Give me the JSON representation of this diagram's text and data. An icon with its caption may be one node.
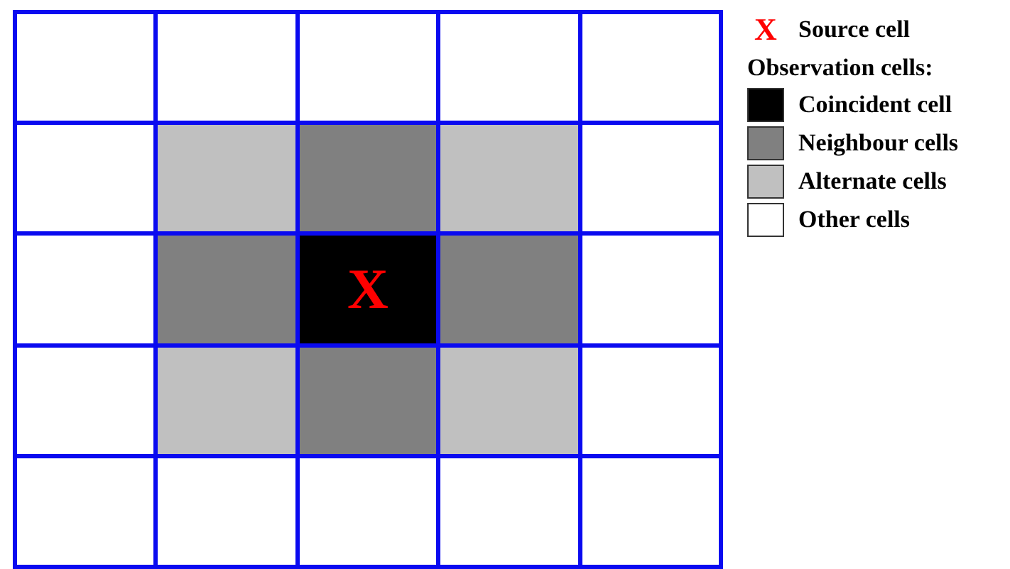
{
  "diagram": {
    "nodes": [
      {
        "text": [],
        "shape": "box"
      },
      {
        "text": [],
        "shape": "box"
      },
      {
        "text": [],
        "shape": "box"
      },
      {
        "text": [],
        "shape": "box"
      },
      {
        "text": [],
        "shape": "box"
      },
      {
        "text": [],
        "shape": "box"
      },
      {
        "text": [],
        "shape": "box"
      },
      {
        "text": [],
        "shape": "box"
      },
      {
        "text": [],
        "shape": "box"
      },
      {
        "text": [],
        "shape": "box"
      },
      {
        "text": [],
        "shape": "box"
      },
      {
        "text": [],
        "shape": "box"
      },
      {
        "text": [
          "X"
        ]
      },
      {
        "text": [],
        "shape": "box"
      },
      {
        "text": [],
        "shape": "box"
      },
      {
        "text": [],
        "shape": "box"
      },
      {
        "text": [],
        "shape": "box"
      },
      {
        "text": [],
        "shape": "box"
      },
      {
        "text": [],
        "shape": "box"
      },
      {
        "text": [],
        "shape": "box"
      },
      {
        "text": [],
        "shape": "box"
      },
      {
        "text": [],
        "shape": "box"
      },
      {
        "text": [],
        "shape": "box"
      },
      {
        "text": [],
        "shape": "box"
      },
      {
        "text": [],
        "shape": "box"
      }
    ],
    "labels": [
      "X",
      "Observation cells:"
    ],
    "legend": [
      {
        "text": "Source cell"
      },
      {
        "text": "Coincident cell",
        "color": "#000000"
      },
      {
        "text": "Neighbour cells",
        "color": "#808080"
      },
      {
        "text": "Alternate cells",
        "color": "#c0c0c0"
      },
      {
        "text": "Other cells",
        "color": "#ffffff"
      }
    ]
  }
}
